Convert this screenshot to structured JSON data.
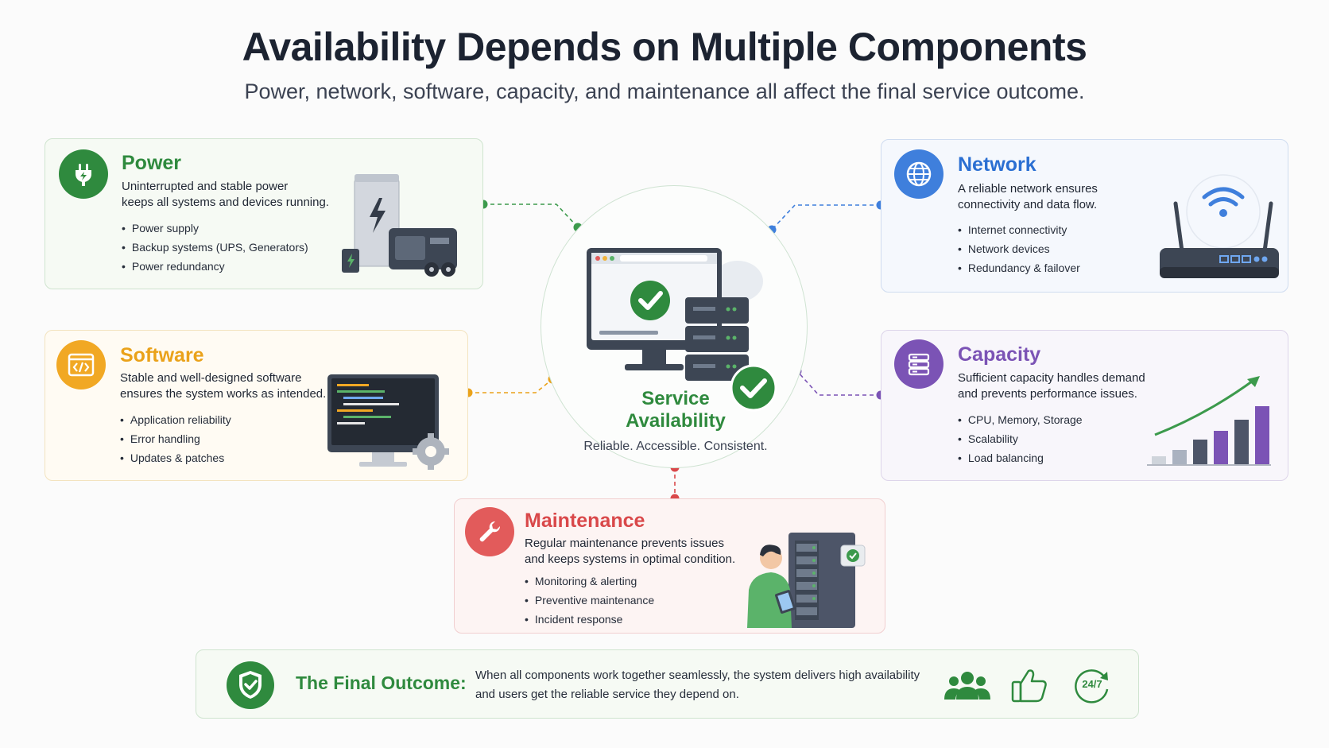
{
  "header": {
    "title": "Availability Depends on Multiple Components",
    "subtitle": "Power, network, software, capacity, and maintenance all affect the final service outcome."
  },
  "center": {
    "title_line1": "Service",
    "title_line2": "Availability",
    "tagline": "Reliable. Accessible. Consistent."
  },
  "components": {
    "power": {
      "title": "Power",
      "description_line1": "Uninterrupted and stable power",
      "description_line2": "keeps all systems and devices running.",
      "items": [
        "Power supply",
        "Backup systems (UPS, Generators)",
        "Power redundancy"
      ],
      "color": "#2f8a3e",
      "icon": "plug-icon"
    },
    "network": {
      "title": "Network",
      "description_line1": "A reliable network ensures",
      "description_line2": "connectivity and data flow.",
      "items": [
        "Internet connectivity",
        "Network devices",
        "Redundancy & failover"
      ],
      "color": "#2b6fd2",
      "icon": "globe-icon"
    },
    "software": {
      "title": "Software",
      "description_line1": "Stable and well-designed software",
      "description_line2": "ensures the system works as intended.",
      "items": [
        "Application reliability",
        "Error handling",
        "Updates & patches"
      ],
      "color": "#eaa21a",
      "icon": "code-window-icon"
    },
    "capacity": {
      "title": "Capacity",
      "description_line1": "Sufficient capacity handles demand",
      "description_line2": "and prevents performance issues.",
      "items": [
        "CPU, Memory, Storage",
        "Scalability",
        "Load balancing"
      ],
      "color": "#7b53b5",
      "icon": "server-stack-icon"
    },
    "maintenance": {
      "title": "Maintenance",
      "description_line1": "Regular maintenance prevents issues",
      "description_line2": "and keeps systems in optimal condition.",
      "items": [
        "Monitoring & alerting",
        "Preventive maintenance",
        "Incident response"
      ],
      "color": "#d9484a",
      "icon": "wrench-icon"
    }
  },
  "outcome": {
    "title": "The Final Outcome:",
    "description_line1": "When all components work together seamlessly, the system delivers high availability",
    "description_line2": "and users get the reliable service they depend on.",
    "badge_24_7": "24/7",
    "icons": [
      "shield-check-icon",
      "users-icon",
      "thumbs-up-icon",
      "clock-24-7-icon"
    ]
  }
}
